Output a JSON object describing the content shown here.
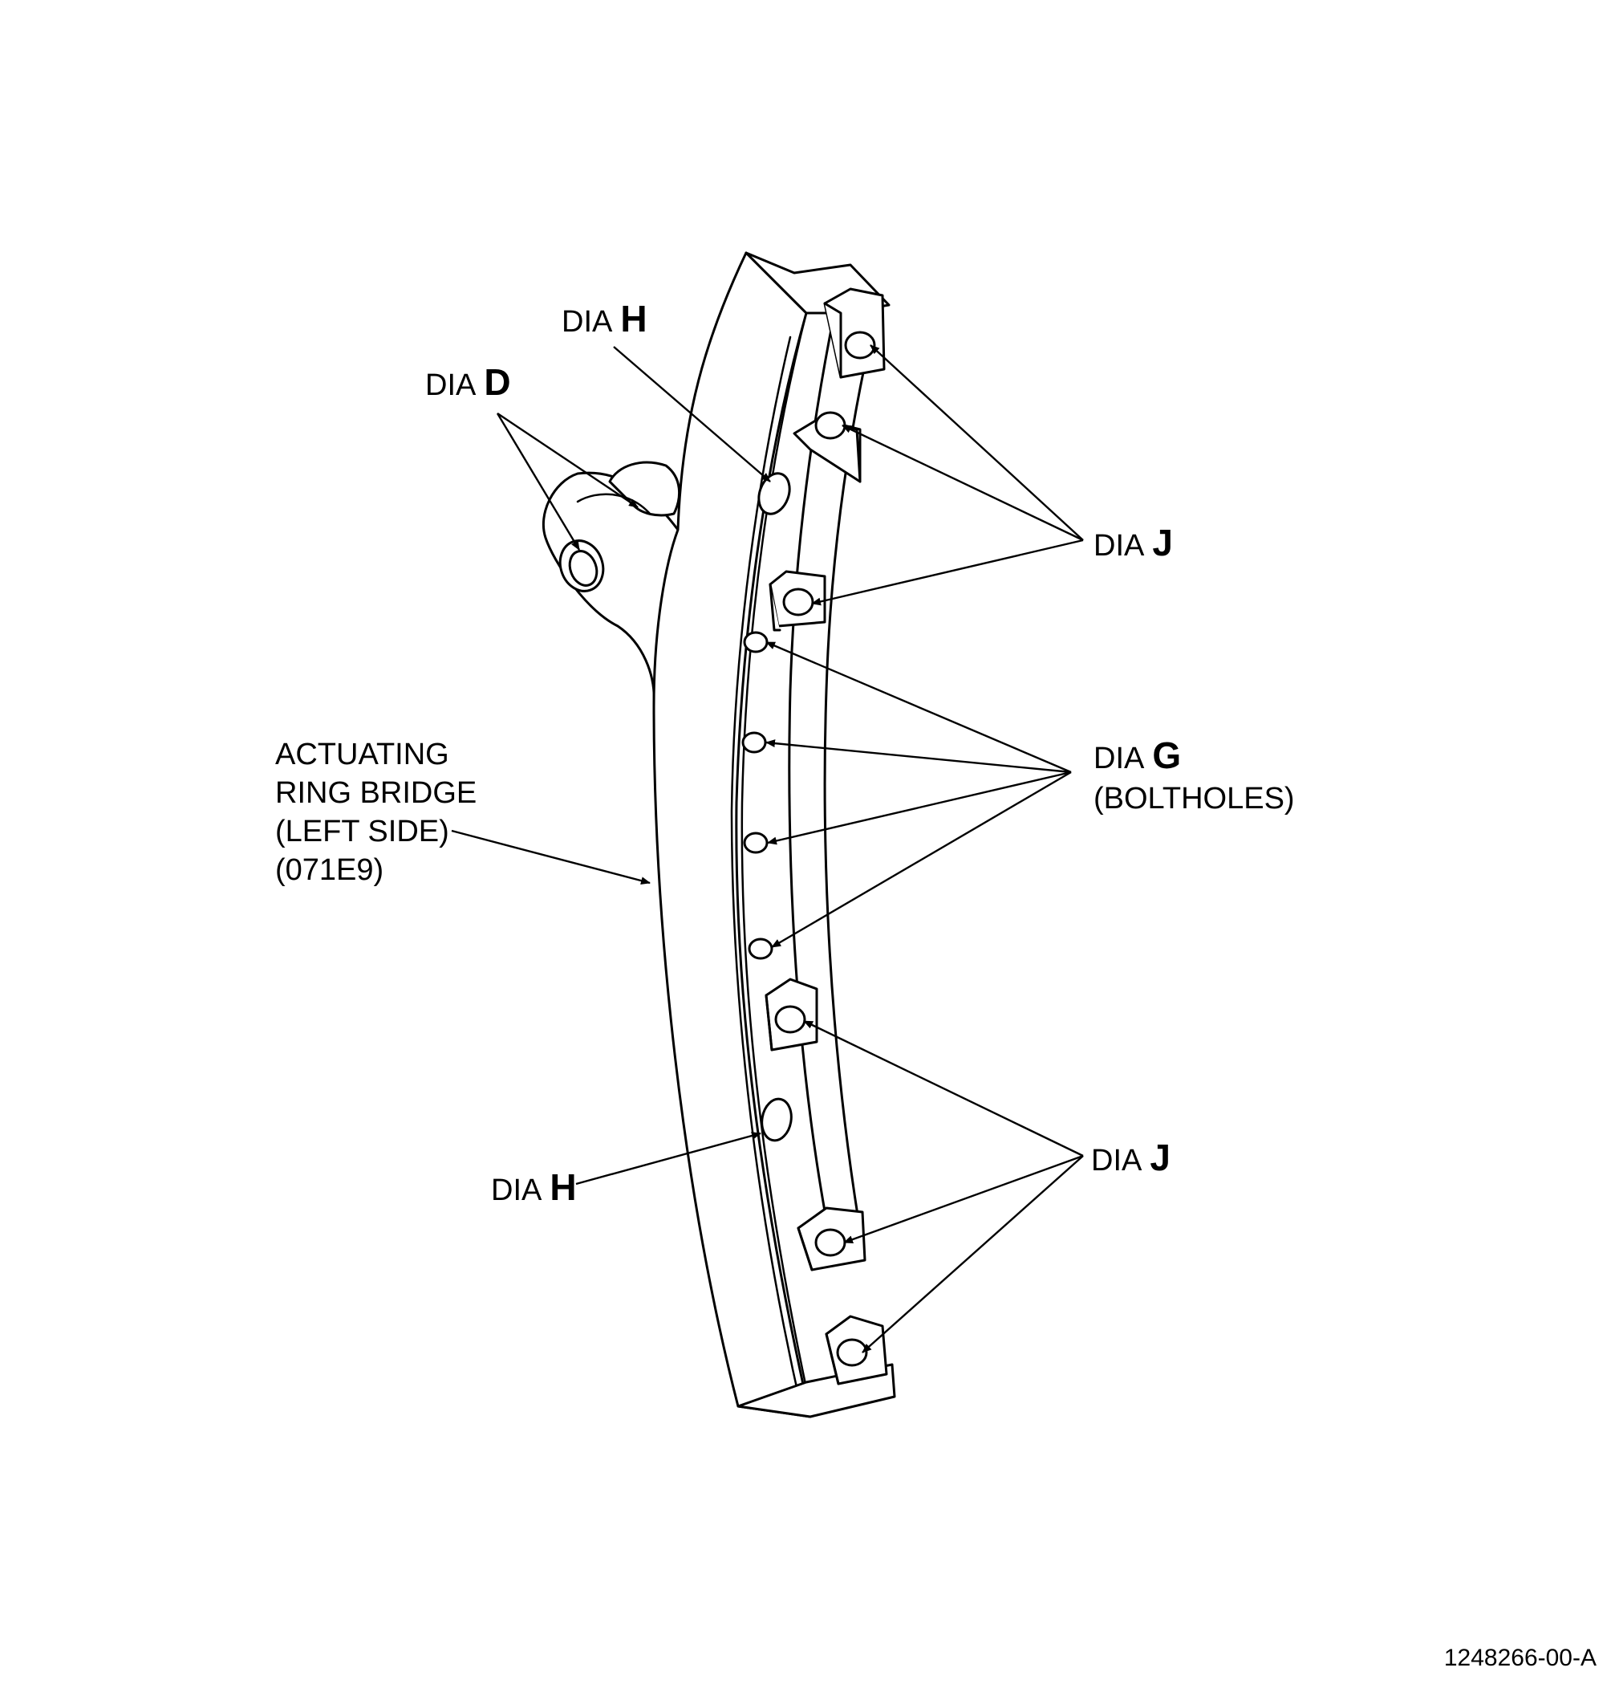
{
  "labels": {
    "dia_h_top": {
      "prefix": "DIA",
      "letter": "H"
    },
    "dia_d": {
      "prefix": "DIA",
      "letter": "D"
    },
    "dia_j_top": {
      "prefix": "DIA",
      "letter": "J"
    },
    "dia_g": {
      "prefix": "DIA",
      "letter": "G",
      "line2": "(BOLTHOLES)"
    },
    "dia_j_bottom": {
      "prefix": "DIA",
      "letter": "J"
    },
    "dia_h_bottom": {
      "prefix": "DIA",
      "letter": "H"
    },
    "part": {
      "line1": "ACTUATING",
      "line2": "RING BRIDGE",
      "line3": "(LEFT SIDE)",
      "line4": "(071E9)"
    }
  },
  "figure_number": "1248266-00-A"
}
